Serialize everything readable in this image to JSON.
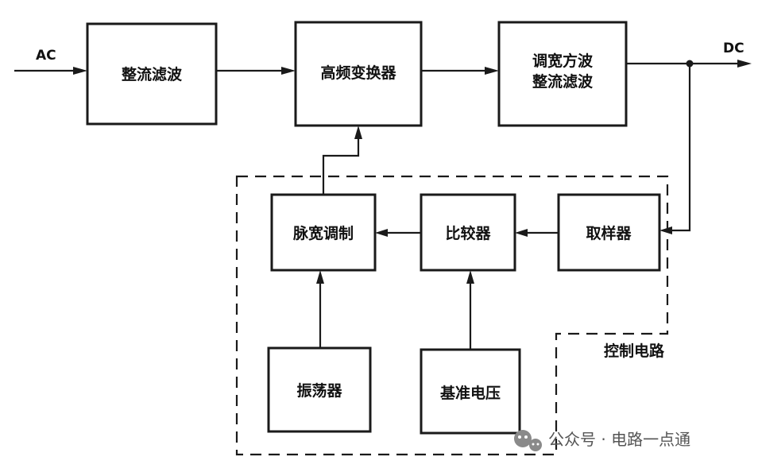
{
  "diagram": {
    "input_label": "AC",
    "output_label": "DC",
    "blocks": {
      "rectifier_filter": "整流滤波",
      "hf_converter": "高频变换器",
      "pwm_rectifier_line1": "调宽方波",
      "pwm_rectifier_line2": "整流滤波",
      "pwm_modulator": "脉宽调制",
      "comparator": "比较器",
      "sampler": "取样器",
      "oscillator": "振荡器",
      "reference_voltage": "基准电压"
    },
    "control_region_label": "控制电路"
  },
  "watermark": {
    "text": "公众号 · 电路一点通",
    "icon": "wechat-official-account-icon"
  }
}
